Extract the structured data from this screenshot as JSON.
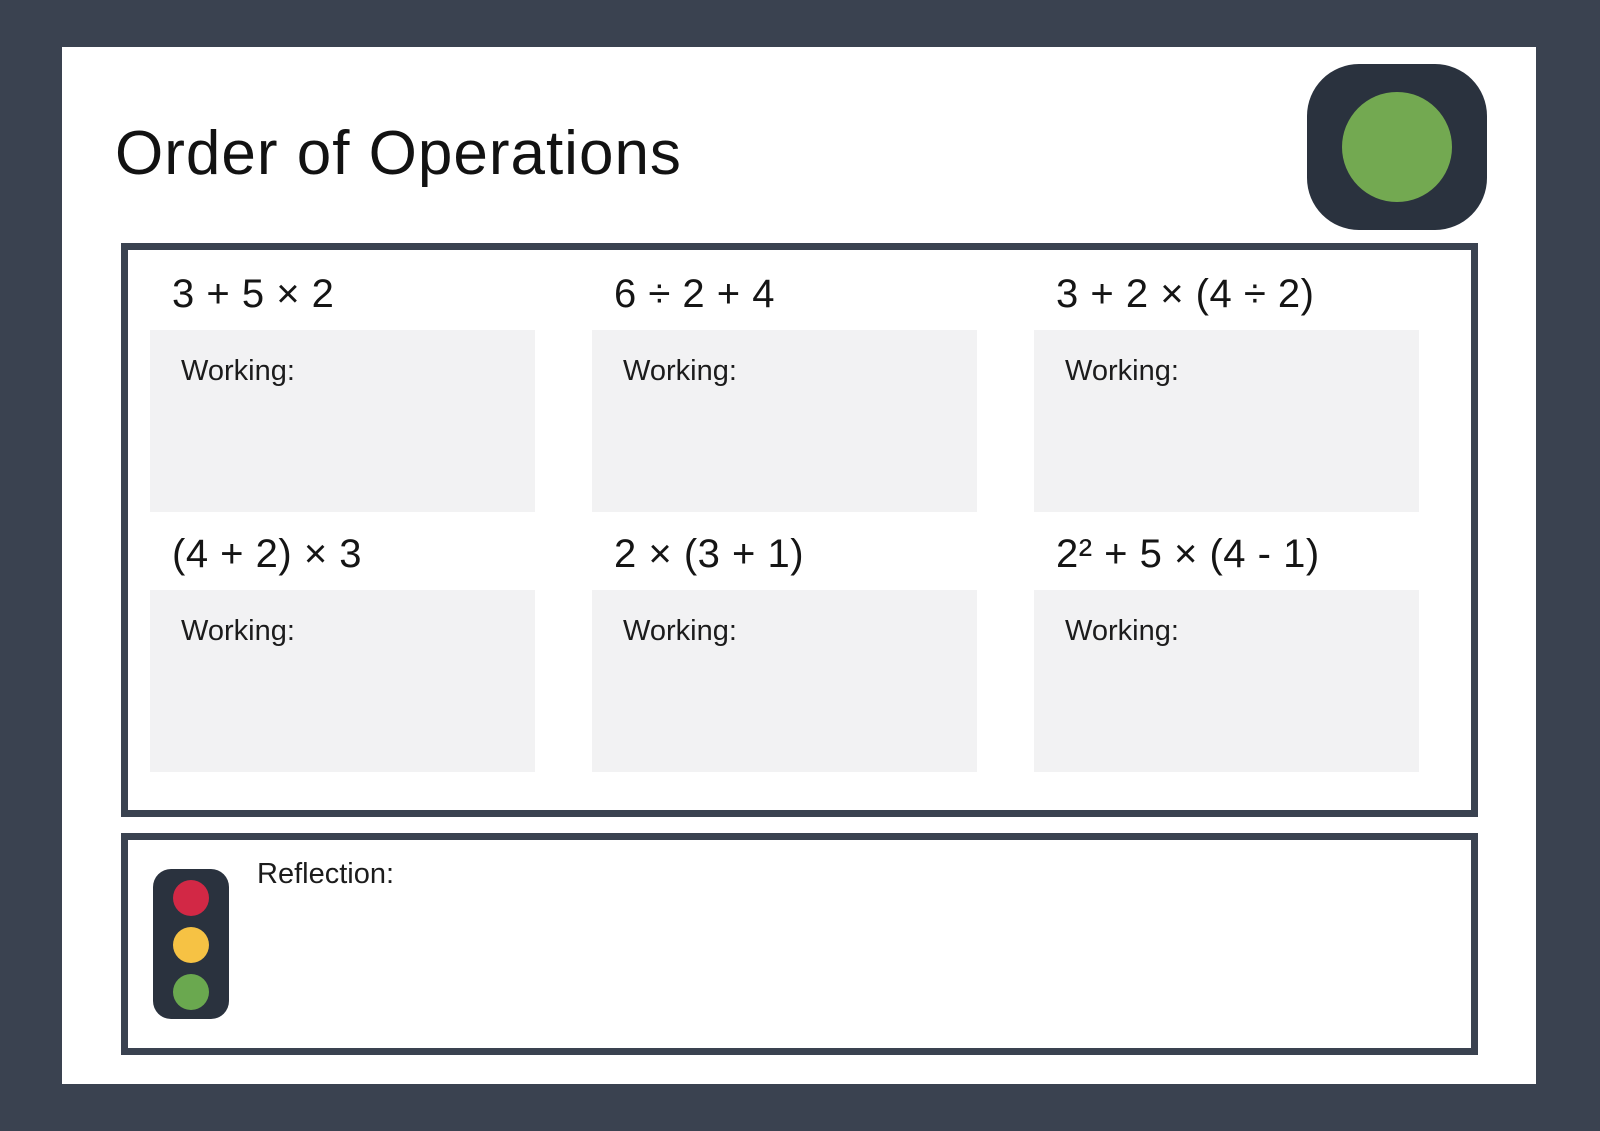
{
  "title": "Order of Operations",
  "labels": {
    "working": "Working:",
    "reflection": "Reflection:"
  },
  "problems": [
    {
      "expression": "3 + 5 × 2"
    },
    {
      "expression": "6 ÷ 2 + 4"
    },
    {
      "expression": "3 + 2 × (4 ÷ 2)"
    },
    {
      "expression": "(4 + 2) × 3"
    },
    {
      "expression": "2 × (3 + 1)"
    },
    {
      "expression": "2² + 5 × (4 - 1)"
    }
  ],
  "icons": {
    "corner": "green-circle-badge-icon",
    "reflection": "traffic-light-icon"
  },
  "colors": {
    "background": "#3a4250",
    "panel_border": "#3a4250",
    "icon_body": "#2a323e",
    "green": "#73a951",
    "traffic_red": "#d22845",
    "traffic_yellow": "#f6c244",
    "traffic_green": "#6aa84f",
    "working_bg": "#f2f2f3"
  }
}
